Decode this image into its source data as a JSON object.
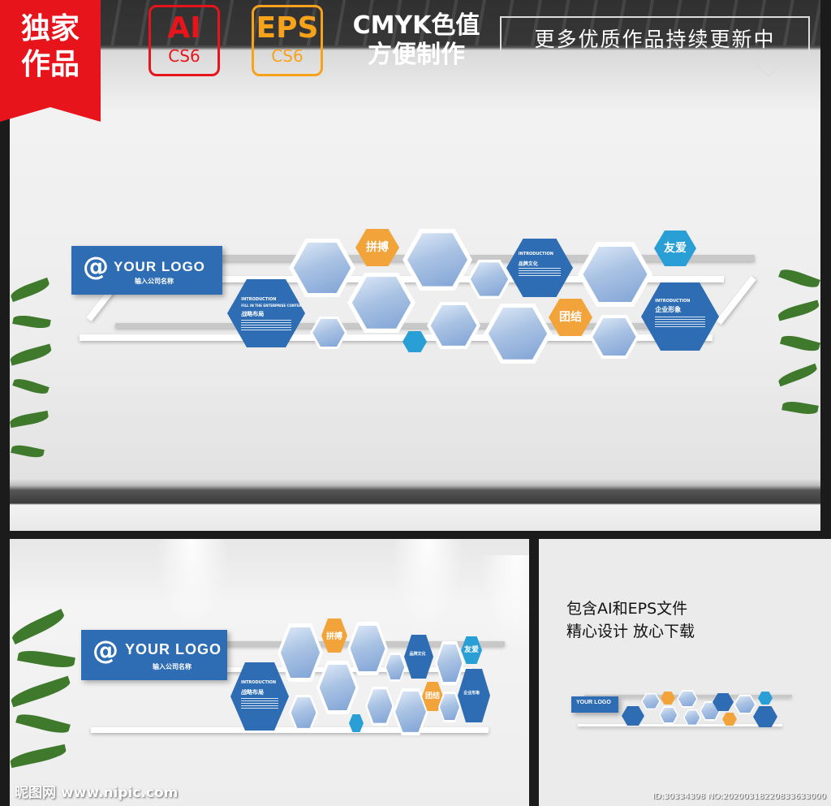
{
  "header": {
    "badge_line1": "独家",
    "badge_line2": "作品",
    "format_ai": "AI",
    "format_ai_version": "CS6",
    "format_eps": "EPS",
    "format_eps_version": "CS6",
    "cmyk_line1": "CMYK色值",
    "cmyk_line2": "方便制作",
    "update_note": "更多优质作品持续更新中"
  },
  "wall": {
    "logo_at": "@",
    "logo_text": "YOUR  LOGO",
    "company_placeholder": "输入公司名称",
    "tag_pinbo": "拼搏",
    "tag_youai": "友爱",
    "tag_tuanjie": "团结",
    "intro_label": "INTRODUCTION",
    "intro_sub": "FILL IN THE ENTERPRISE CONTENT",
    "section_strategy": "战略布局",
    "section_brand": "品牌文化",
    "section_image": "企业形象"
  },
  "info_panel": {
    "line1": "包含AI和EPS文件",
    "line2": "精心设计 放心下载"
  },
  "footer": {
    "watermark": "昵图网 www.nipic.com",
    "id_text": "ID:30334398 NO:20200318220833633000"
  },
  "colors": {
    "badge_red": "#e8141c",
    "eps_orange": "#f7a21b",
    "brand_blue": "#2e6db4",
    "tag_orange": "#f2a33a",
    "accent_cyan": "#2a9fd6"
  }
}
